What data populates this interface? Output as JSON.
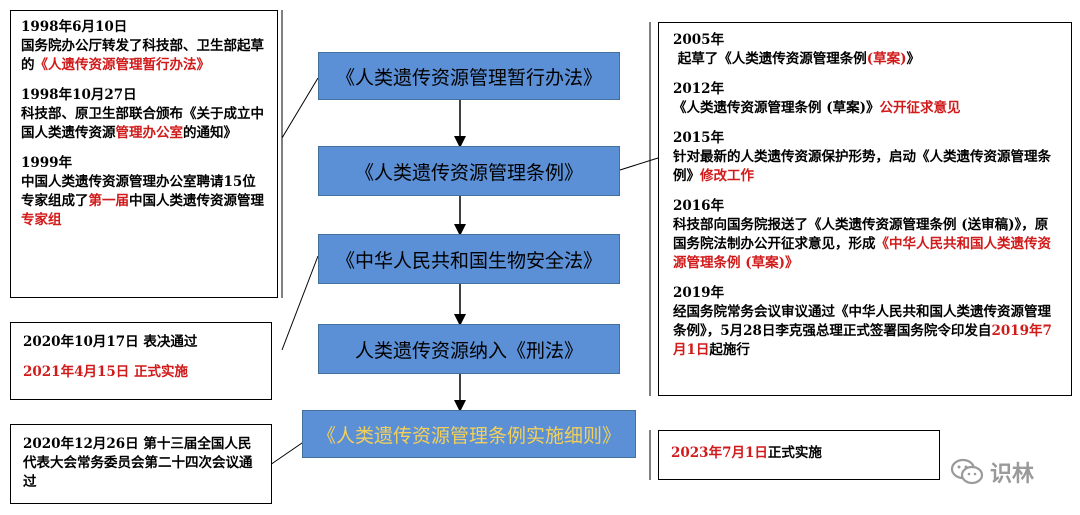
{
  "left_box_1": {
    "e1_date": "1998年6月10日",
    "e1_text": "国务院办公厅转发了科技部、卫生部起草的",
    "e1_red": "《人遗传资源管理暂行办法》",
    "e2_date": "1998年10月27日",
    "e2_text": "科技部、原卫生部联合颁布《关于成立中国人类遗传资源",
    "e2_red": "管理办公室",
    "e2_tail": "的通知》",
    "e3_date": "1999年",
    "e3_text": "中国人类遗传资源管理办公室聘请15位专家组成了",
    "e3_red": "第一届",
    "e3_text2": "中国人类遗传资源管理",
    "e3_red2": "专家组"
  },
  "left_box_2": {
    "line1": "2020年10月17日 表决通过",
    "line2": "2021年4月15日 正式实施"
  },
  "left_box_3": {
    "text": "2020年12月26日 第十三届全国人民代表大会常务委员会第二十四次会议通过"
  },
  "nodes": {
    "n1": "《人类遗传资源管理暂行办法》",
    "n2": "《人类遗传资源管理条例》",
    "n3": "《中华人民共和国生物安全法》",
    "n4": "人类遗传资源纳入《刑法》",
    "n5": "《人类遗传资源管理条例实施细则》"
  },
  "right_box_1": {
    "y2005": "2005年",
    "t2005": "起草了《人类遗传资源管理条例",
    "r2005": "(草案)",
    "t2005b": "》",
    "y2012": "2012年",
    "t2012": "《人类遗传资源管理条例 (草案)》",
    "r2012": "公开征求意见",
    "y2015": "2015年",
    "t2015": "针对最新的人类遗传资源保护形势，启动《人类遗传资源管理条例》",
    "r2015": "修改工作",
    "y2016": "2016年",
    "t2016": "科技部向国务院报送了《人类遗传资源管理条例 (送审稿)》，原国务院法制办公开征求意见，形成",
    "r2016": "《中华人民共和国人类遗传资源管理条例 (草案)》",
    "y2019": "2019年",
    "t2019": "经国务院常务会议审议通过《中华人民共和国人类遗传资源管理条例》，5月28日李克强总理正式签署国务院令印发自",
    "r2019": "2019年7月1日",
    "t2019b": "起施行"
  },
  "right_box_2": {
    "red": "2023年7月1日",
    "text": "正式实施"
  },
  "watermark": {
    "text": "识林",
    "icon": "wechat-icon"
  }
}
